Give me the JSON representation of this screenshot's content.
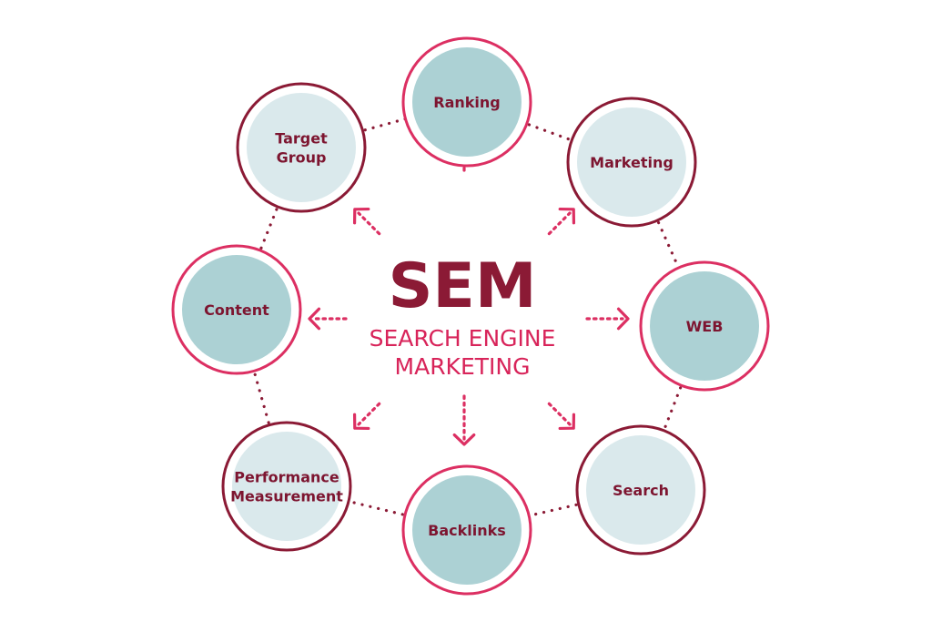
{
  "center": {
    "title": "SEM",
    "subtitle_line1": "SEARCH ENGINE",
    "subtitle_line2": "MARKETING"
  },
  "colors": {
    "dark_ring": "#8b1a35",
    "pink_ring": "#dc2f62",
    "dark_fill": "#acd1d4",
    "light_fill": "#dae9ec",
    "label": "#7d1530",
    "arrow": "#dc2f62",
    "dots": "#8b1a35"
  },
  "nodes": [
    {
      "id": "ranking",
      "lines": [
        "Ranking"
      ],
      "ring": "pink",
      "fill": "dark"
    },
    {
      "id": "marketing",
      "lines": [
        "Marketing"
      ],
      "ring": "dark",
      "fill": "light"
    },
    {
      "id": "web",
      "lines": [
        "WEB"
      ],
      "ring": "pink",
      "fill": "dark"
    },
    {
      "id": "search",
      "lines": [
        "Search"
      ],
      "ring": "dark",
      "fill": "light"
    },
    {
      "id": "backlinks",
      "lines": [
        "Backlinks"
      ],
      "ring": "pink",
      "fill": "dark"
    },
    {
      "id": "performance-measurement",
      "lines": [
        "Performance",
        "Measurement"
      ],
      "ring": "dark",
      "fill": "light"
    },
    {
      "id": "content",
      "lines": [
        "Content"
      ],
      "ring": "pink",
      "fill": "dark"
    },
    {
      "id": "target-group",
      "lines": [
        "Target",
        "Group"
      ],
      "ring": "dark",
      "fill": "light"
    }
  ]
}
